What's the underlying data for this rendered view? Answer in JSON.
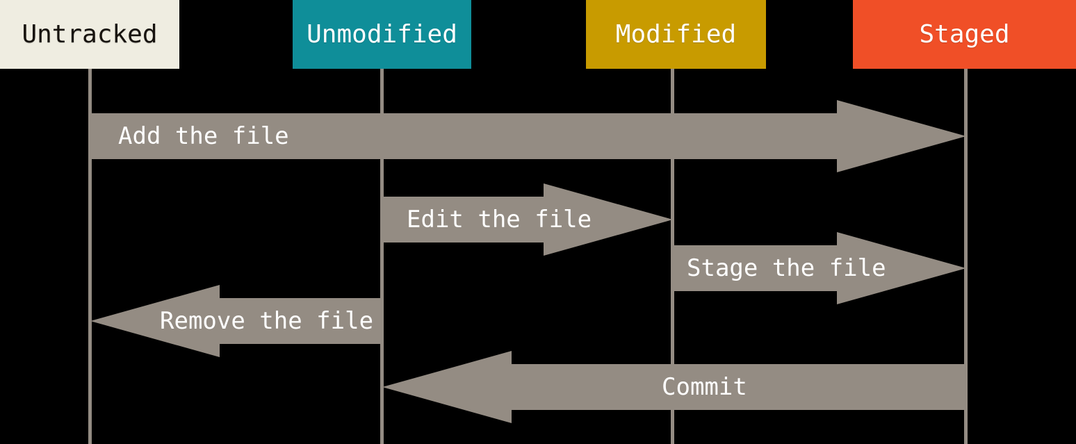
{
  "diagram": {
    "background_color": "#000000",
    "line_color": "#948C83",
    "arrow_color": "#948C83",
    "arrow_label_color": "#FFFFFF",
    "nodes": [
      {
        "label": "Untracked",
        "bg": "#EFEDE1",
        "text_color": "#17130E"
      },
      {
        "label": "Unmodified",
        "bg": "#0F8E99",
        "text_color": "#FFFFFF"
      },
      {
        "label": "Modified",
        "bg": "#C89B00",
        "text_color": "#FFFFFF"
      },
      {
        "label": "Staged",
        "bg": "#F04F27",
        "text_color": "#FFFFFF"
      }
    ],
    "arrows": [
      {
        "label": "Add the file",
        "from": "Untracked",
        "to": "Staged",
        "direction": "right"
      },
      {
        "label": "Edit the file",
        "from": "Unmodified",
        "to": "Modified",
        "direction": "right"
      },
      {
        "label": "Stage the file",
        "from": "Modified",
        "to": "Staged",
        "direction": "right"
      },
      {
        "label": "Remove the file",
        "from": "Unmodified",
        "to": "Untracked",
        "direction": "left"
      },
      {
        "label": "Commit",
        "from": "Staged",
        "to": "Unmodified",
        "direction": "left"
      }
    ]
  }
}
